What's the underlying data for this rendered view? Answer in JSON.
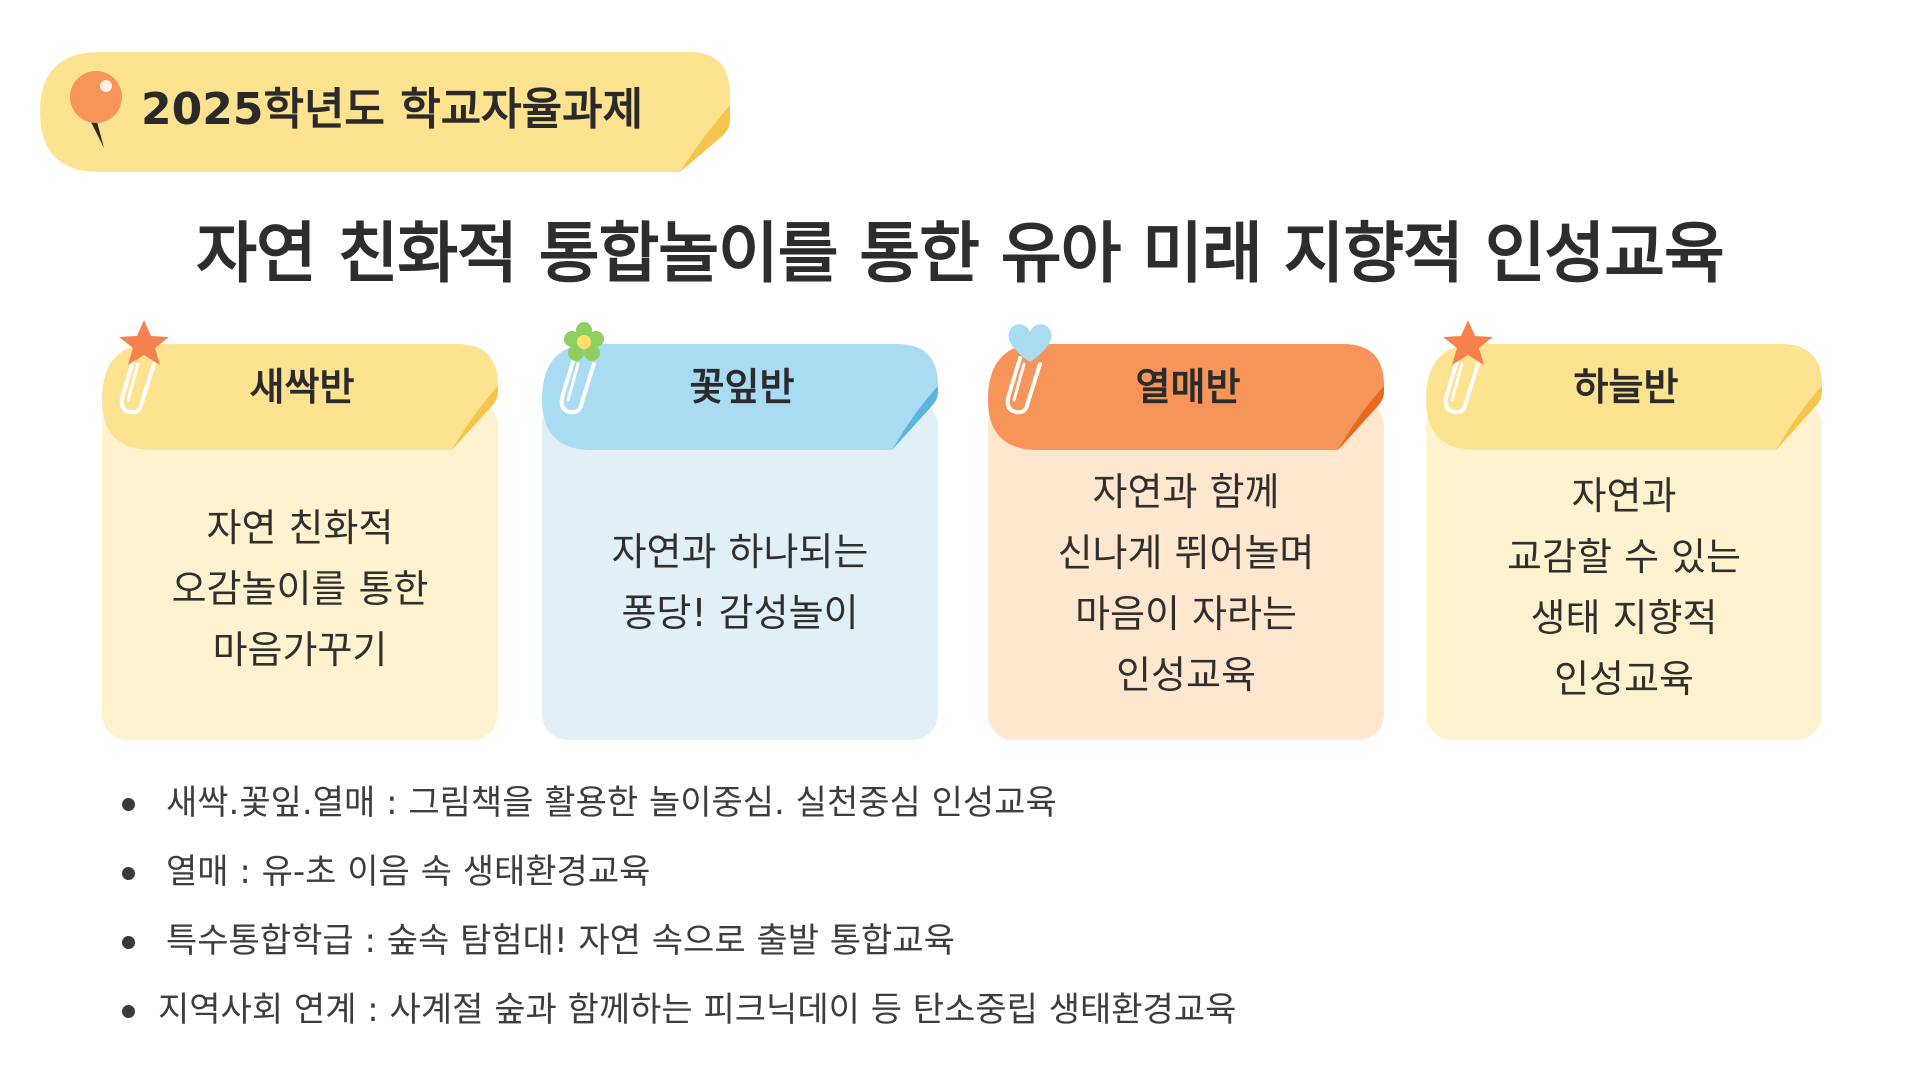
{
  "header": {
    "label": "2025학년도 학교자율과제",
    "title": "자연 친화적 통합놀이를 통한 유아 미래 지향적 인성교육"
  },
  "cards": [
    {
      "title": "새싹반",
      "lines": [
        "자연 친화적",
        "오감놀이를 통한",
        "마음가꾸기"
      ],
      "decoration": "star-icon"
    },
    {
      "title": "꽃잎반",
      "lines": [
        "자연과 하나되는",
        "퐁당! 감성놀이"
      ],
      "decoration": "flower-icon"
    },
    {
      "title": "열매반",
      "lines": [
        "자연과 함께",
        "신나게 뛰어놀며",
        "마음이 자라는",
        "인성교육"
      ],
      "decoration": "heart-icon"
    },
    {
      "title": "하늘반",
      "lines": [
        "자연과",
        "교감할 수 있는",
        "생태 지향적",
        "인성교육"
      ],
      "decoration": "star-icon"
    }
  ],
  "notes": [
    "새싹.꽃잎.열매 : 그림책을 활용한 놀이중심. 실천중심 인성교육",
    "열매 : 유-초 이음 속 생태환경교육",
    "특수통합학급 : 숲속 탐험대! 자연 속으로 출발 통합교육",
    "지역사회 연계 : 사계절 숲과 함께하는 피크닉데이 등 탄소중립 생태환경교육"
  ],
  "colors": {
    "yellow": "#fde28f",
    "yellow_fold": "#f6c64c",
    "blue": "#a9dbf2",
    "blue_fold": "#5ab6df",
    "orange": "#f7945a",
    "orange_fold": "#e8691f",
    "star": "#f5814e",
    "pin": "#f7945a"
  }
}
